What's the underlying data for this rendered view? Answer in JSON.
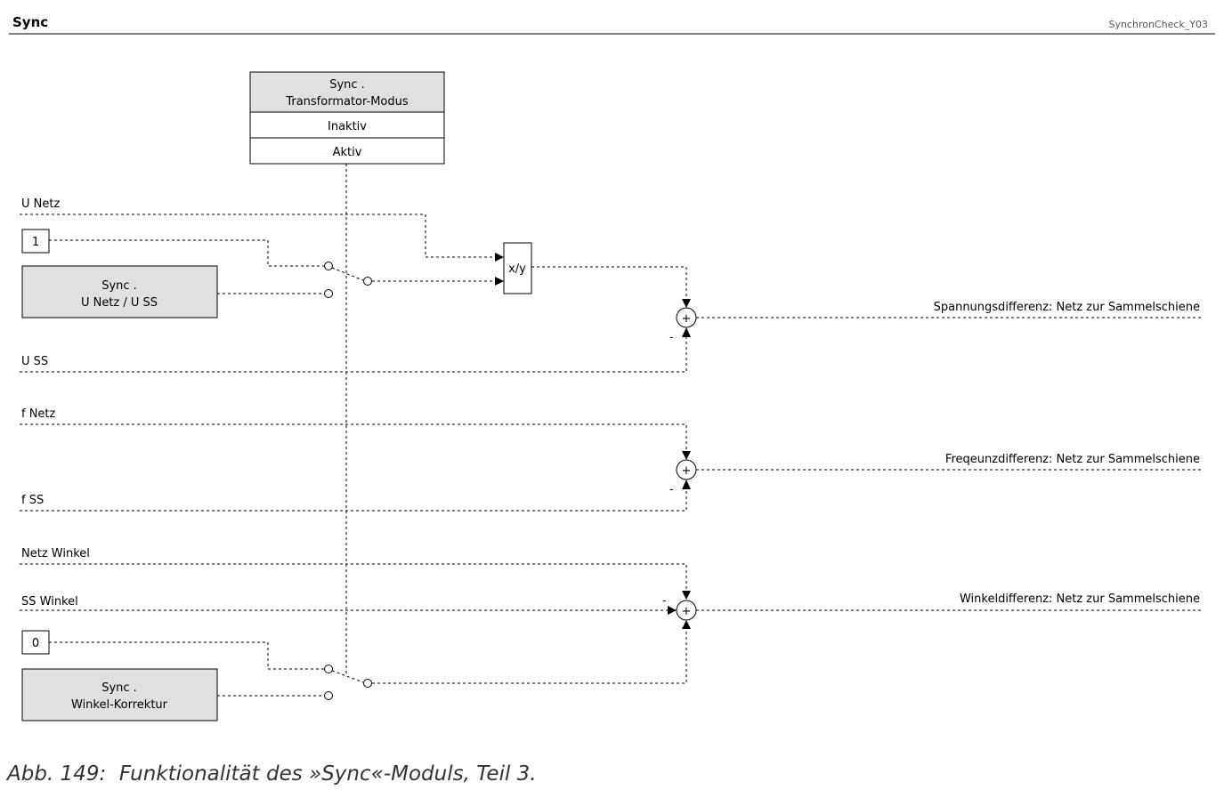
{
  "header": {
    "title": "Sync",
    "reference": "SynchronCheck_Y03"
  },
  "mode_box": {
    "title_line1": "Sync .",
    "title_line2": "Transformator-Modus",
    "option_inactive": "Inaktiv",
    "option_active": "Aktiv"
  },
  "signals": {
    "u_netz": "U Netz",
    "u_ss": "U SS",
    "f_netz": "f Netz",
    "f_ss": "f SS",
    "netz_winkel": "Netz Winkel",
    "ss_winkel": "SS Winkel"
  },
  "constants": {
    "one": "1",
    "zero": "0"
  },
  "param_voltage": {
    "line1": "Sync .",
    "line2": "U Netz / U SS"
  },
  "param_angle": {
    "line1": "Sync .",
    "line2": "Winkel-Korrektur"
  },
  "divider": {
    "label": "x/y"
  },
  "summers": {
    "plus": "+",
    "minus": "-"
  },
  "outputs": {
    "voltage_diff": "Spannungsdifferenz: Netz zur Sammelschiene",
    "freq_diff": "Freqeunzdifferenz: Netz zur Sammelschiene",
    "angle_diff": "Winkeldifferenz: Netz zur Sammelschiene"
  },
  "caption": {
    "text": "Abb. 149:  Funktionalität des »Sync«-Moduls, Teil 3."
  }
}
